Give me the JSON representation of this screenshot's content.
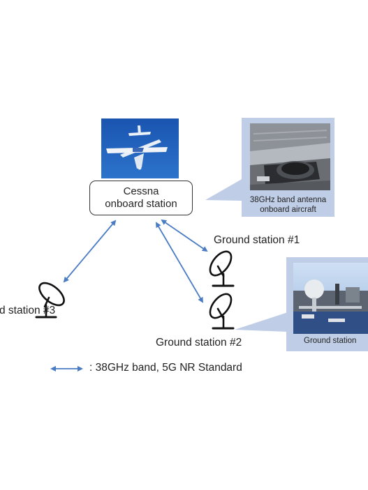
{
  "onboard": {
    "line1": "Cessna",
    "line2": "onboard station"
  },
  "antenna_callout": {
    "line1": "38GHz band antenna",
    "line2": "onboard aircraft"
  },
  "ground_callout": {
    "label": "Ground station"
  },
  "ground_stations": {
    "gs1": "Ground station #1",
    "gs2": "Ground station #2",
    "gs3": "d station #3"
  },
  "legend": {
    "text": ": 38GHz band, 5G NR Standard"
  },
  "colors": {
    "link": "#4a7cc4",
    "callout": "#bfcde6",
    "sky": "#1f5fb8"
  }
}
